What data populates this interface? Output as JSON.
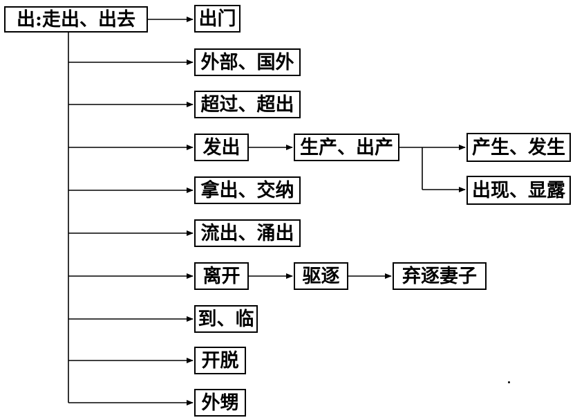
{
  "root": {
    "label": "出:走出、出去"
  },
  "first_child": {
    "label": "出门"
  },
  "branches": [
    {
      "label": "外部、国外"
    },
    {
      "label": "超过、超出"
    },
    {
      "label": "发出"
    },
    {
      "label": "拿出、交纳"
    },
    {
      "label": "流出、涌出"
    },
    {
      "label": "离开"
    },
    {
      "label": "到、临"
    },
    {
      "label": "开脱"
    },
    {
      "label": "外甥"
    }
  ],
  "fachu_chain": {
    "level2": {
      "label": "生产、出产"
    },
    "level3": [
      {
        "label": "产生、发生"
      },
      {
        "label": "出现、显露"
      }
    ]
  },
  "likai_chain": {
    "level2": {
      "label": "驱逐"
    },
    "level3": {
      "label": "弃逐妻子"
    }
  }
}
